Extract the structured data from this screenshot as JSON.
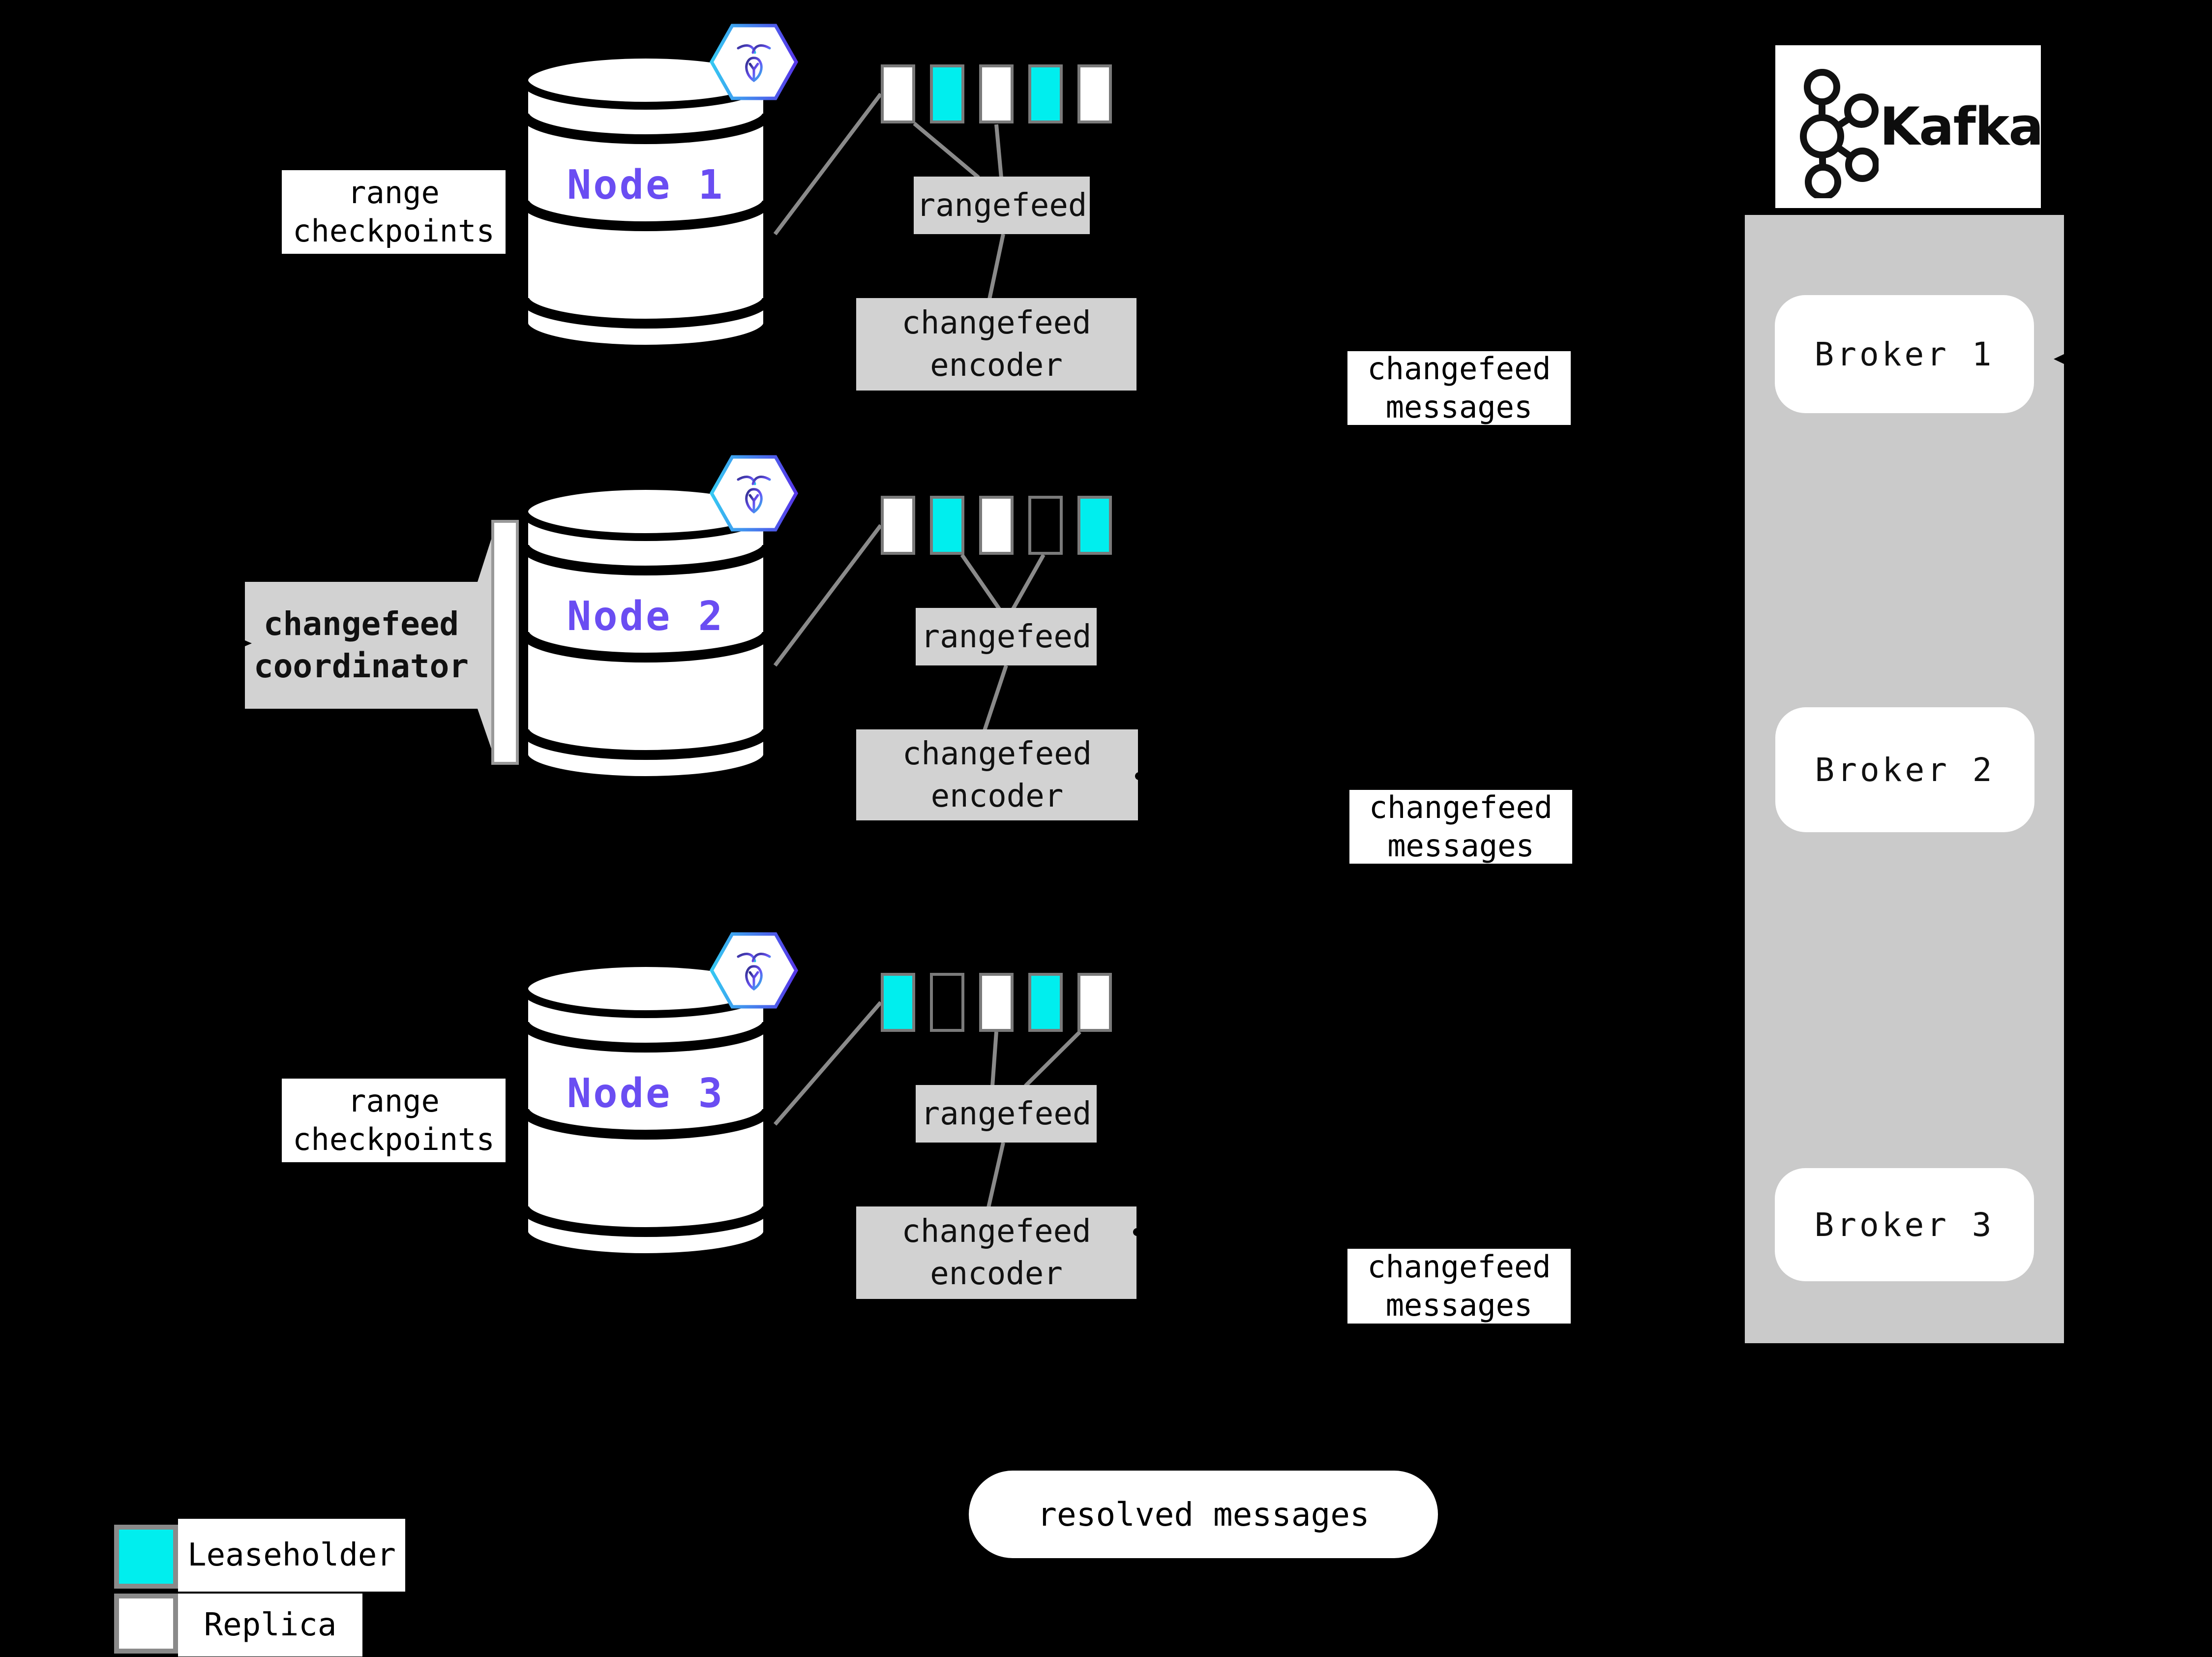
{
  "colors": {
    "background": "#000000",
    "leaseholder": "#00eeee",
    "replica": "#ffffff",
    "empty": "transparent",
    "box_fill": "#d2d2d2",
    "kafka_panel": "#cacaca",
    "connector_gray": "#8a8a8a",
    "square_border": "#7a7a7a",
    "node_label_purple": "#6a4df2",
    "hex_border_gradient": [
      "#35c8f2",
      "#5636e8"
    ]
  },
  "labels": {
    "range_checkpoints": {
      "line1": "range",
      "line2": "checkpoints"
    }
  },
  "nodes": [
    {
      "name": "Node 1",
      "ranges": [
        "replica",
        "leaseholder",
        "replica",
        "leaseholder",
        "replica"
      ],
      "rangefeed": "rangefeed",
      "encoder": {
        "line1": "changefeed",
        "line2": "encoder"
      }
    },
    {
      "name": "Node 2",
      "ranges": [
        "replica",
        "leaseholder",
        "replica",
        "empty",
        "leaseholder"
      ],
      "rangefeed": "rangefeed",
      "encoder": {
        "line1": "changefeed",
        "line2": "encoder"
      }
    },
    {
      "name": "Node 3",
      "ranges": [
        "leaseholder",
        "empty",
        "replica",
        "leaseholder",
        "replica"
      ],
      "rangefeed": "rangefeed",
      "encoder": {
        "line1": "changefeed",
        "line2": "encoder"
      }
    }
  ],
  "coordinator": {
    "line1": "changefeed",
    "line2": "coordinator"
  },
  "messages": [
    {
      "line1": "changefeed",
      "line2": "messages"
    },
    {
      "line1": "changefeed",
      "line2": "messages"
    },
    {
      "line1": "changefeed",
      "line2": "messages"
    }
  ],
  "kafka": {
    "wordmark": "Kafka",
    "brokers": [
      "Broker 1",
      "Broker 2",
      "Broker 3"
    ]
  },
  "resolved_messages": "resolved messages",
  "legend": [
    {
      "role": "leaseholder",
      "label": "Leaseholder"
    },
    {
      "role": "replica",
      "label": "Replica"
    }
  ]
}
